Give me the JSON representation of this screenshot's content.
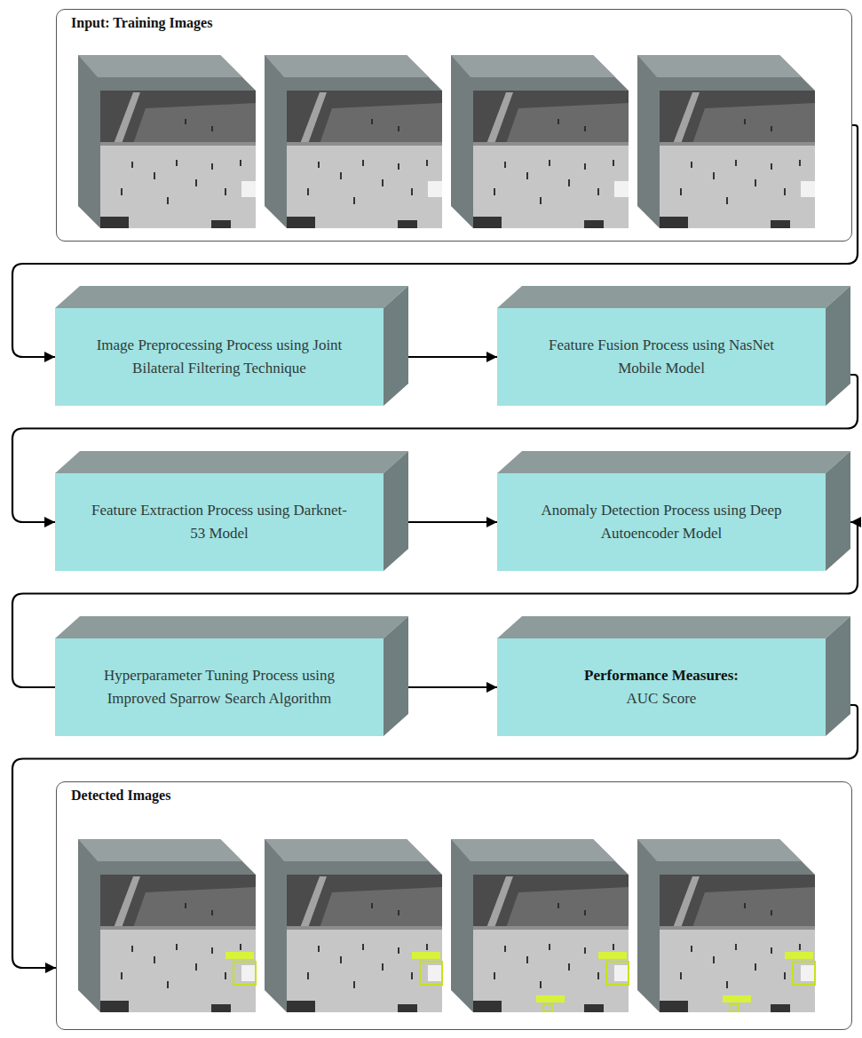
{
  "diagram": {
    "nodes": [
      {
        "text": [
          "Input: Training Images"
        ]
      },
      {
        "text": [
          "Image Preprocessing Process using Joint Bilateral Filtering Technique"
        ]
      },
      {
        "text": [
          "Feature Fusion Process using NasNet Mobile Model"
        ]
      },
      {
        "text": [
          "Feature Extraction Process using Darknet-53 Model"
        ]
      },
      {
        "text": [
          "Anomaly Detection Process using Deep Autoencoder Model"
        ]
      },
      {
        "text": [
          "Hyperparameter Tuning Process using Improved Sparrow Search Algorithm"
        ]
      },
      {
        "text": [
          "Performance Measures:",
          "AUC Score"
        ]
      },
      {
        "text": [
          "Detected Images"
        ]
      }
    ],
    "edges": [
      {
        "from": 0,
        "to": 1,
        "arrow": "to"
      },
      {
        "from": 1,
        "to": 2,
        "arrow": "to"
      },
      {
        "from": 2,
        "to": 3,
        "arrow": "to"
      },
      {
        "from": 3,
        "to": 4,
        "arrow": "to"
      },
      {
        "from": 5,
        "to": 4,
        "arrow": "to"
      },
      {
        "from": 5,
        "to": 6,
        "arrow": "to"
      },
      {
        "from": 6,
        "to": 7,
        "arrow": "to"
      }
    ]
  }
}
